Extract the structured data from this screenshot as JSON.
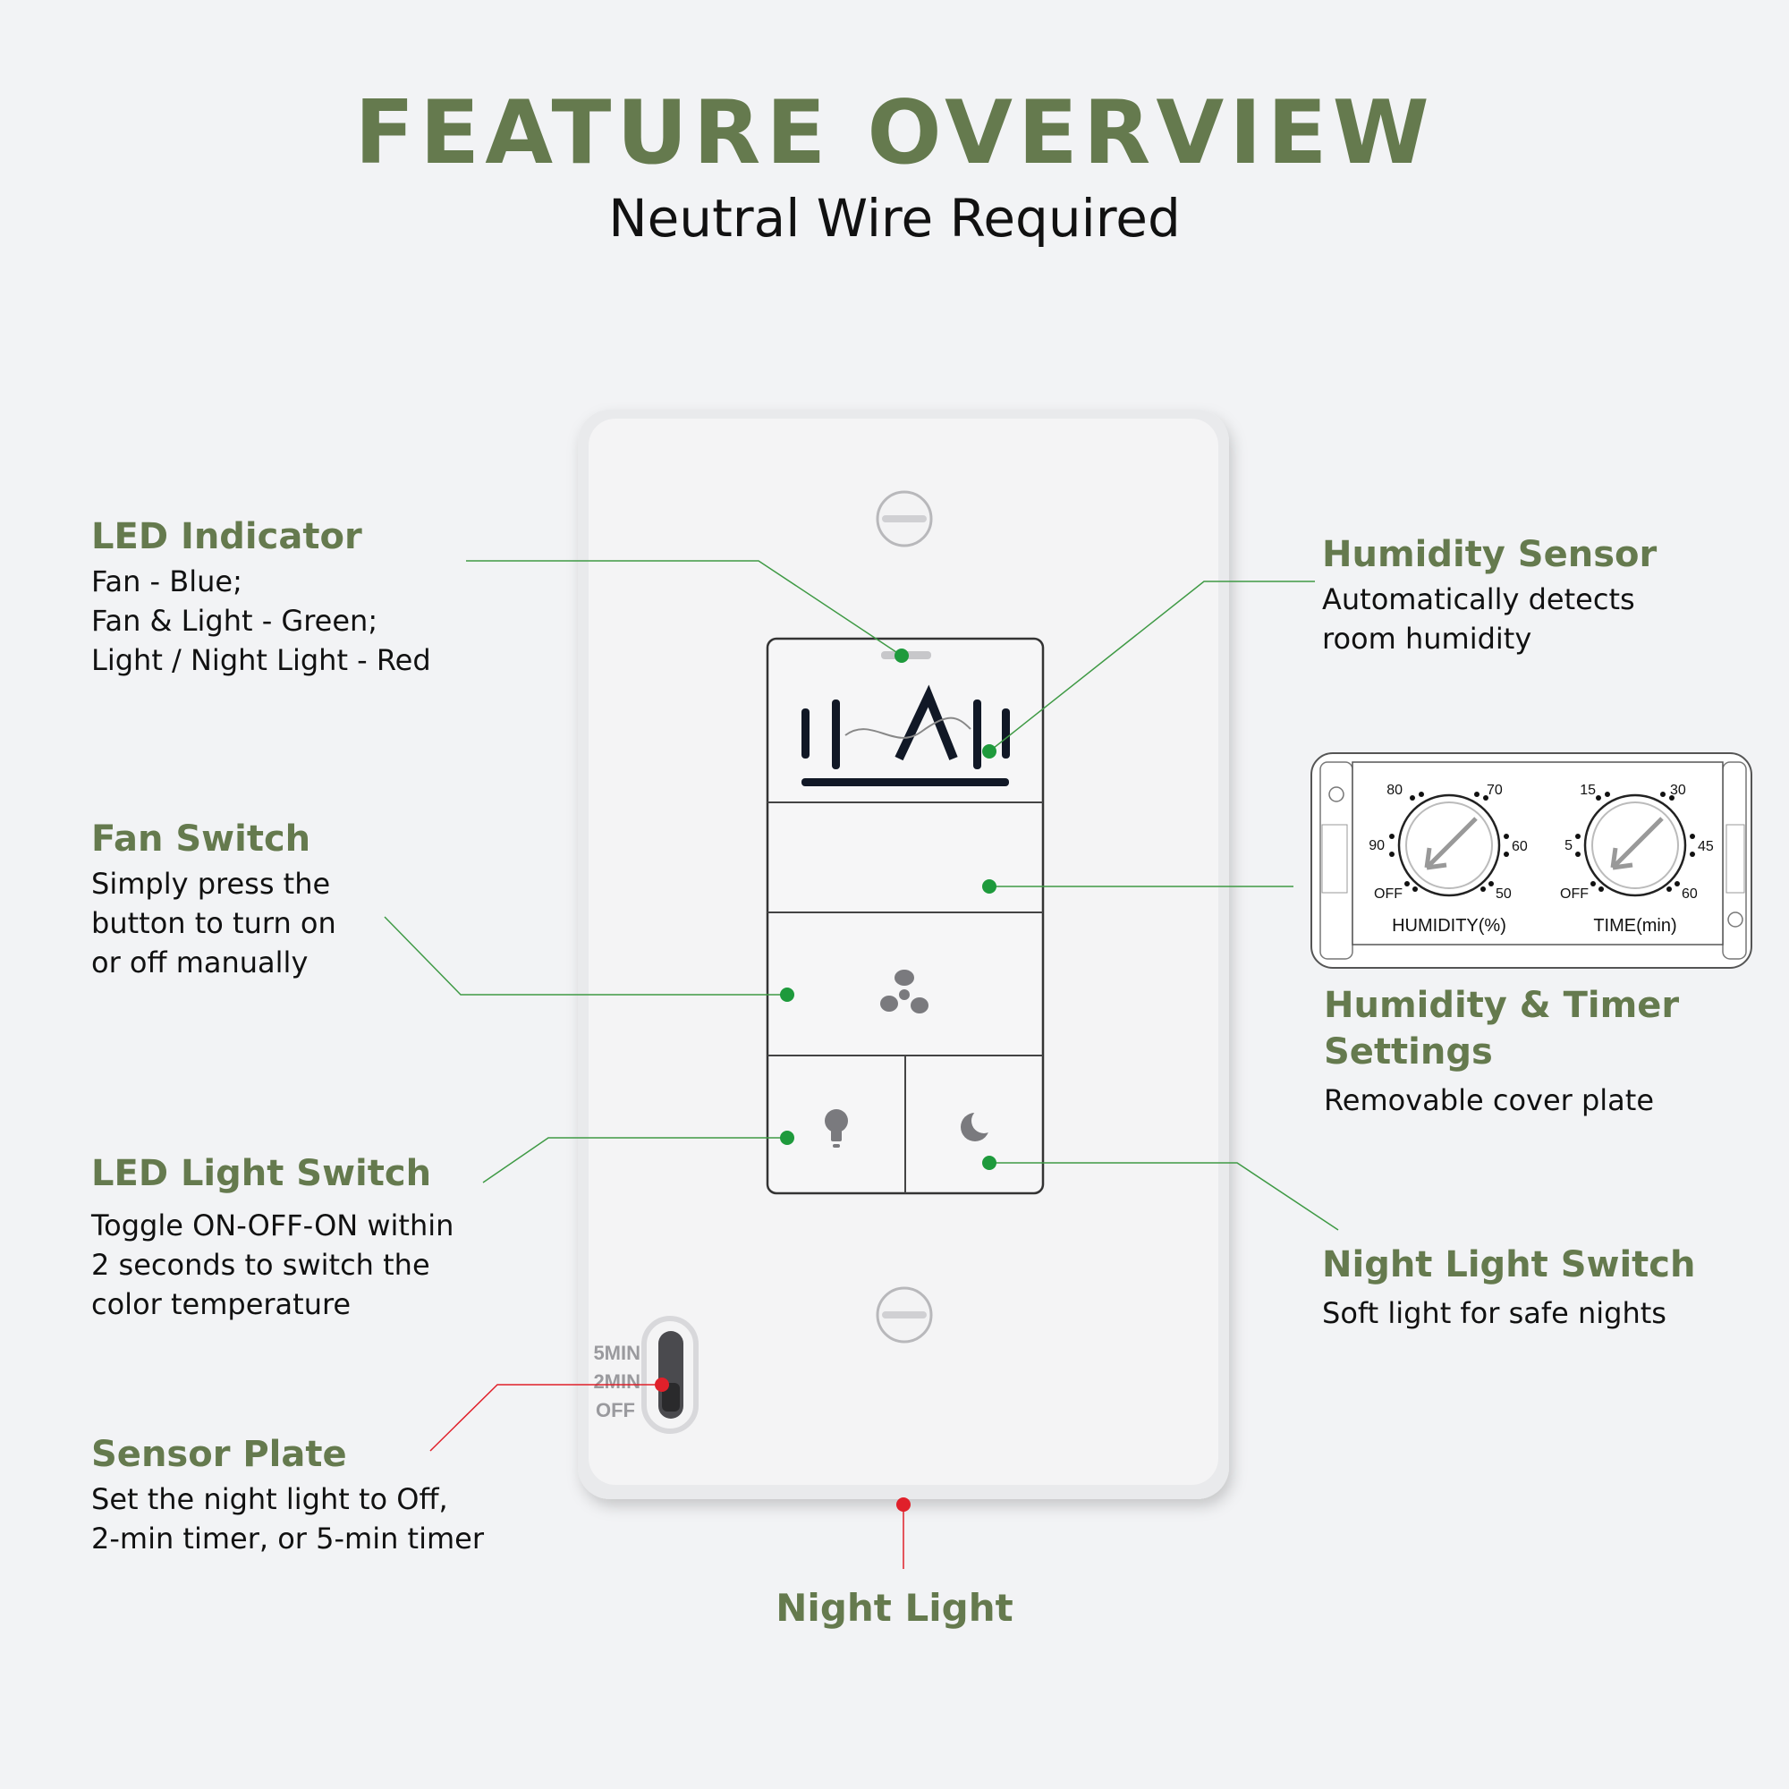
{
  "header": {
    "title": "FEATURE OVERVIEW",
    "subtitle": "Neutral Wire Required"
  },
  "callouts": {
    "led_indicator": {
      "title": "LED Indicator",
      "lines": [
        "Fan - Blue;",
        "Fan & Light - Green;",
        "Light / Night Light - Red"
      ]
    },
    "fan_switch": {
      "title": "Fan Switch",
      "lines": [
        "Simply press the",
        "button to turn on",
        "or off manually"
      ]
    },
    "led_light_switch": {
      "title": "LED Light Switch",
      "lines": [
        "Toggle ON-OFF-ON within",
        "2 seconds to switch the",
        "color temperature"
      ]
    },
    "sensor_plate": {
      "title": "Sensor Plate",
      "lines": [
        "Set the night light to Off,",
        "2-min timer, or 5-min timer"
      ]
    },
    "humidity_sensor": {
      "title": "Humidity Sensor",
      "lines": [
        "Automatically detects",
        "room humidity"
      ]
    },
    "humidity_timer": {
      "title_lines": [
        "Humidity & Timer",
        "Settings"
      ],
      "lines": [
        "Removable cover plate"
      ]
    },
    "night_light_switch": {
      "title": "Night Light Switch",
      "lines": [
        "Soft light for safe nights"
      ]
    },
    "night_light": {
      "title": "Night Light"
    }
  },
  "device": {
    "slide_switch": [
      "5MIN",
      "2MIN",
      "OFF"
    ],
    "humidity_dial": {
      "label": "HUMIDITY(%)",
      "ticks": [
        "80",
        "70",
        "90",
        "60",
        "OFF",
        "50"
      ]
    },
    "timer_dial": {
      "label": "TIME(min)",
      "ticks": [
        "15",
        "30",
        "5",
        "45",
        "OFF",
        "60"
      ]
    }
  },
  "colors": {
    "accent_green": "#657a4e",
    "dot_green": "#1e9a3c",
    "dot_red": "#e0202a"
  },
  "icons": [
    "fan-icon",
    "bulb-icon",
    "moon-icon",
    "screw-icon"
  ]
}
